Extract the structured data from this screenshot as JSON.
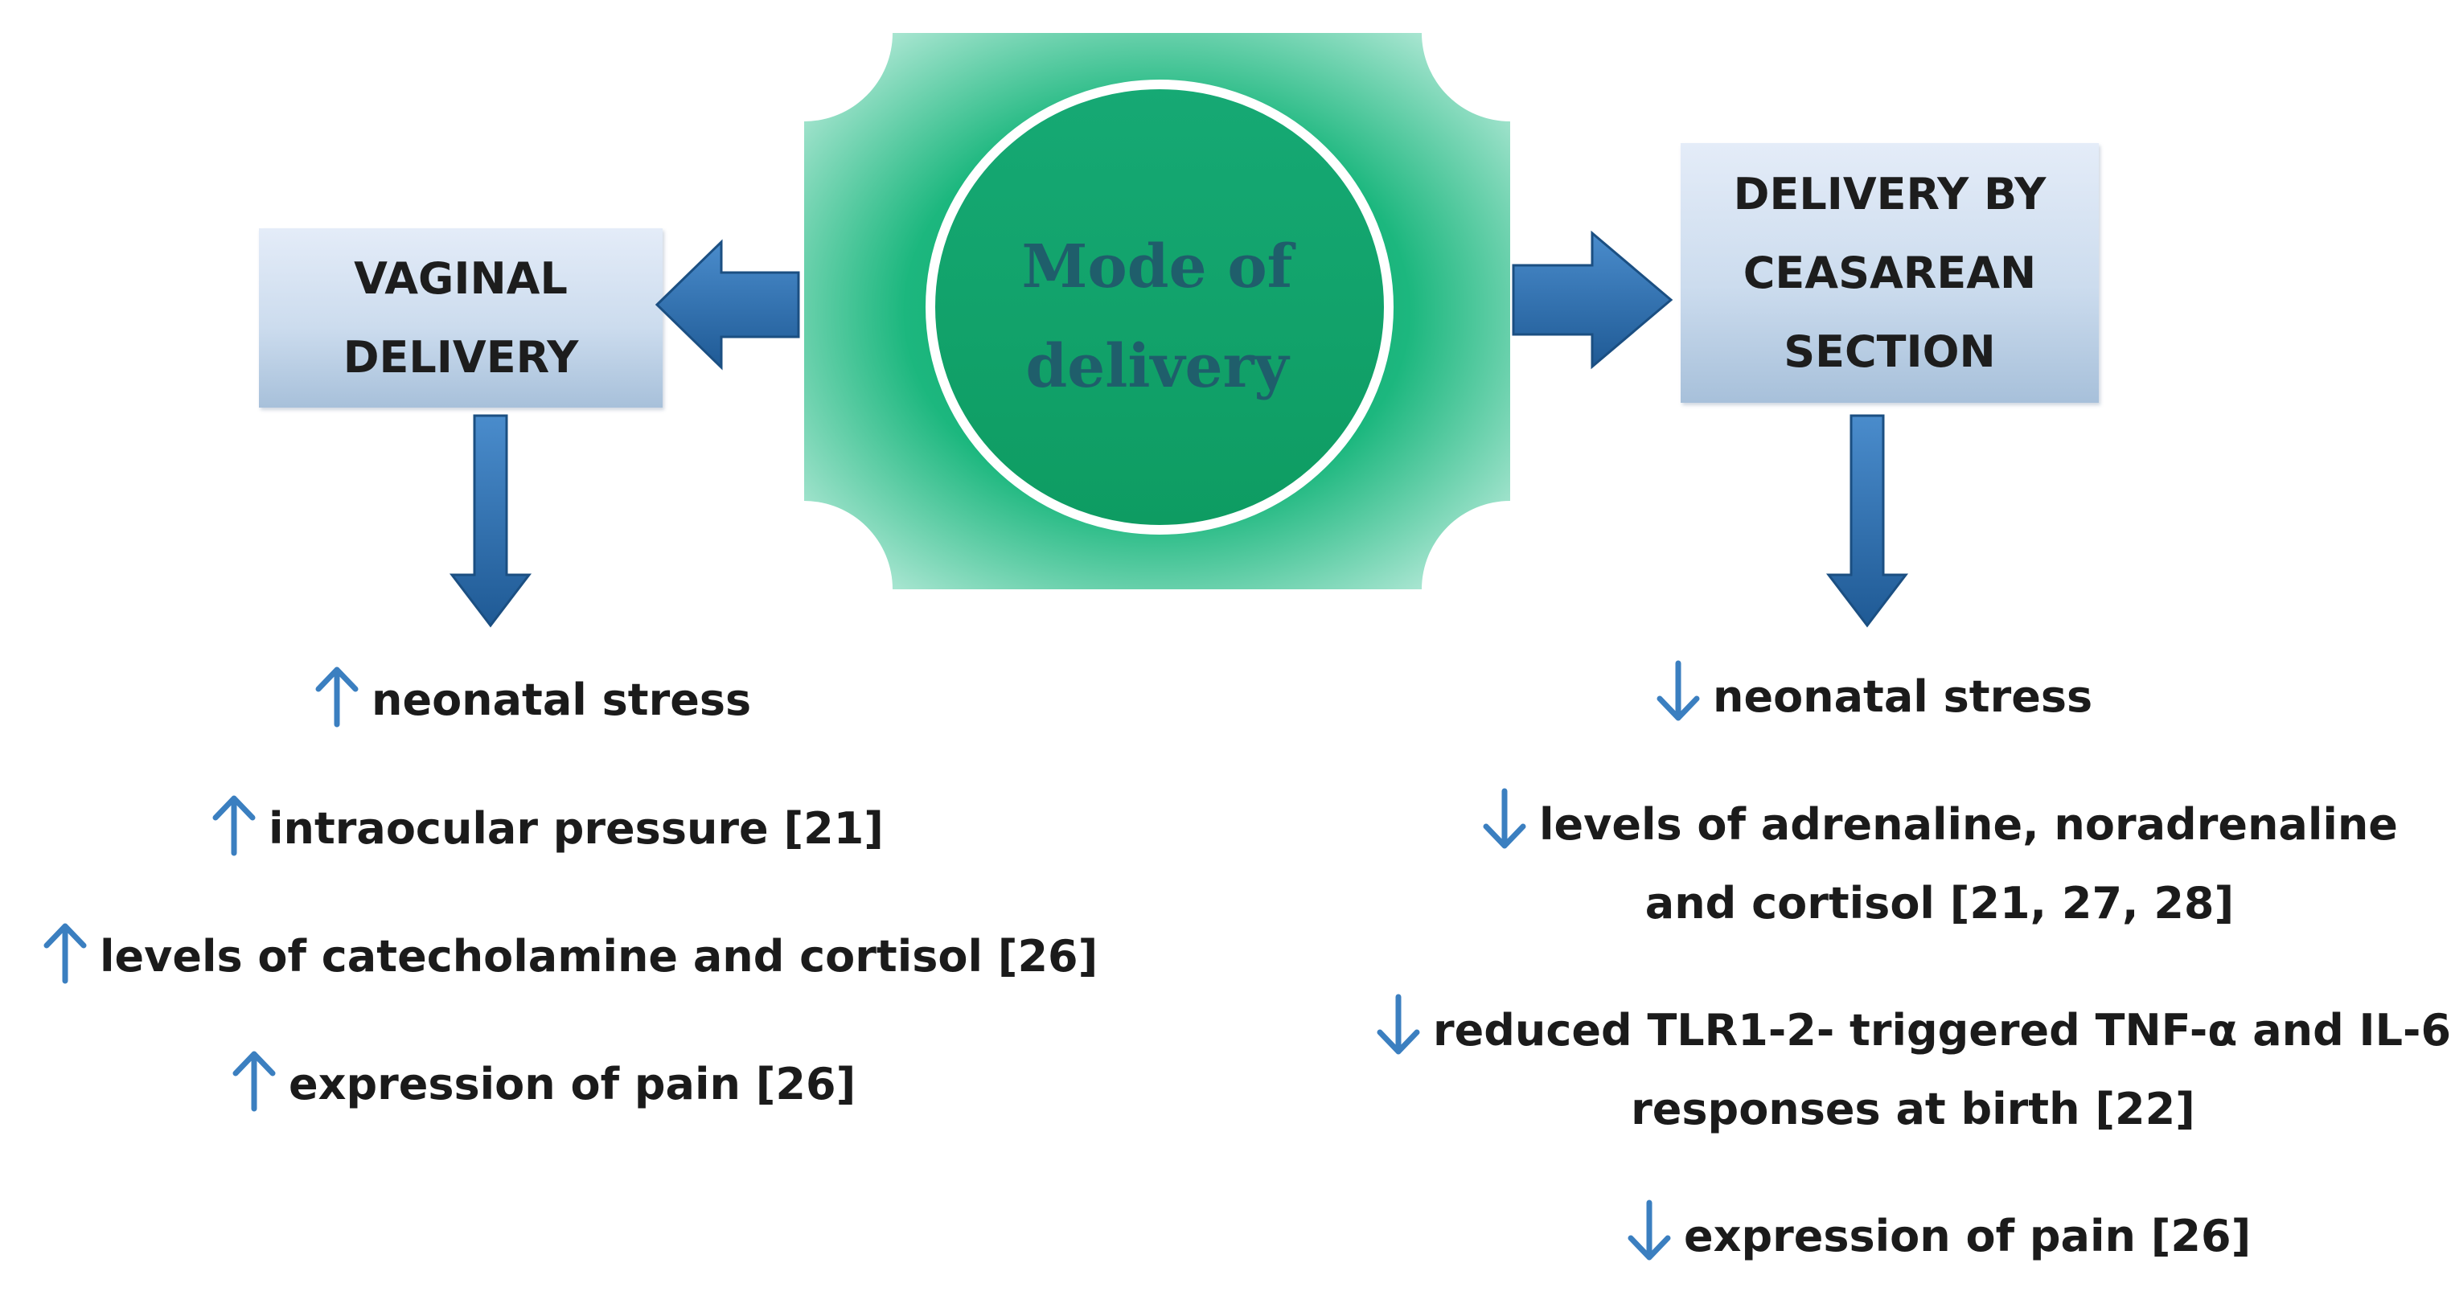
{
  "center": {
    "title_line1": "Mode of",
    "title_line2": "delivery"
  },
  "vaginal": {
    "label_line1": "VAGINAL",
    "label_line2": "DELIVERY",
    "effects": [
      {
        "direction": "up",
        "text": "neonatal stress"
      },
      {
        "direction": "up",
        "text": "intraocular pressure [21]"
      },
      {
        "direction": "up",
        "text": "levels of catecholamine and cortisol [26]"
      },
      {
        "direction": "up",
        "text": "expression of pain [26]"
      }
    ]
  },
  "cesarean": {
    "label_line1": "DELIVERY BY",
    "label_line2": "CEASAREAN",
    "label_line3": "SECTION",
    "effects": [
      {
        "direction": "down",
        "text": "neonatal stress"
      },
      {
        "direction": "down",
        "text": "levels of adrenaline, noradrenaline",
        "text_line2": "and cortisol [21, 27, 28]"
      },
      {
        "direction": "down",
        "text": "reduced TLR1-2- triggered TNF-α and IL-6",
        "text_line2": "responses at birth [22]"
      },
      {
        "direction": "down",
        "text": "expression of pain [26]"
      }
    ]
  },
  "colors": {
    "arrow_blue": "#2a6aa6",
    "effect_arrow_blue": "#3b7fc0",
    "center_green": "#1cb77e",
    "center_text": "#1f5e6b"
  }
}
